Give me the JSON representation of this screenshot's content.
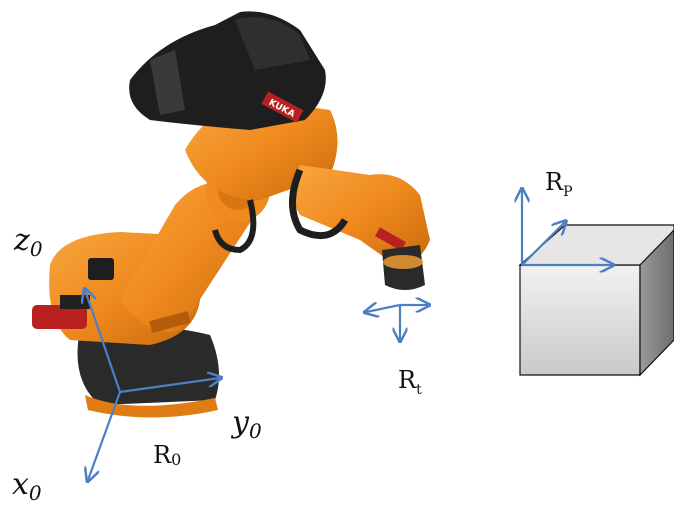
{
  "frames": {
    "base": {
      "label": "R",
      "subscript": "0"
    },
    "tool": {
      "label": "R",
      "subscript": "t"
    },
    "part": {
      "label": "R",
      "subscript": "P"
    }
  },
  "axes": {
    "x": {
      "label": "x",
      "subscript": "0"
    },
    "y": {
      "label": "y",
      "subscript": "0"
    },
    "z": {
      "label": "z",
      "subscript": "0"
    }
  },
  "robot": {
    "brand_text": "KUKA"
  },
  "colors": {
    "robot_orange": "#f08a1c",
    "robot_dark": "#1e1e1e",
    "axis_blue": "#4d7fc4",
    "box_face": "#d9d9d9"
  }
}
